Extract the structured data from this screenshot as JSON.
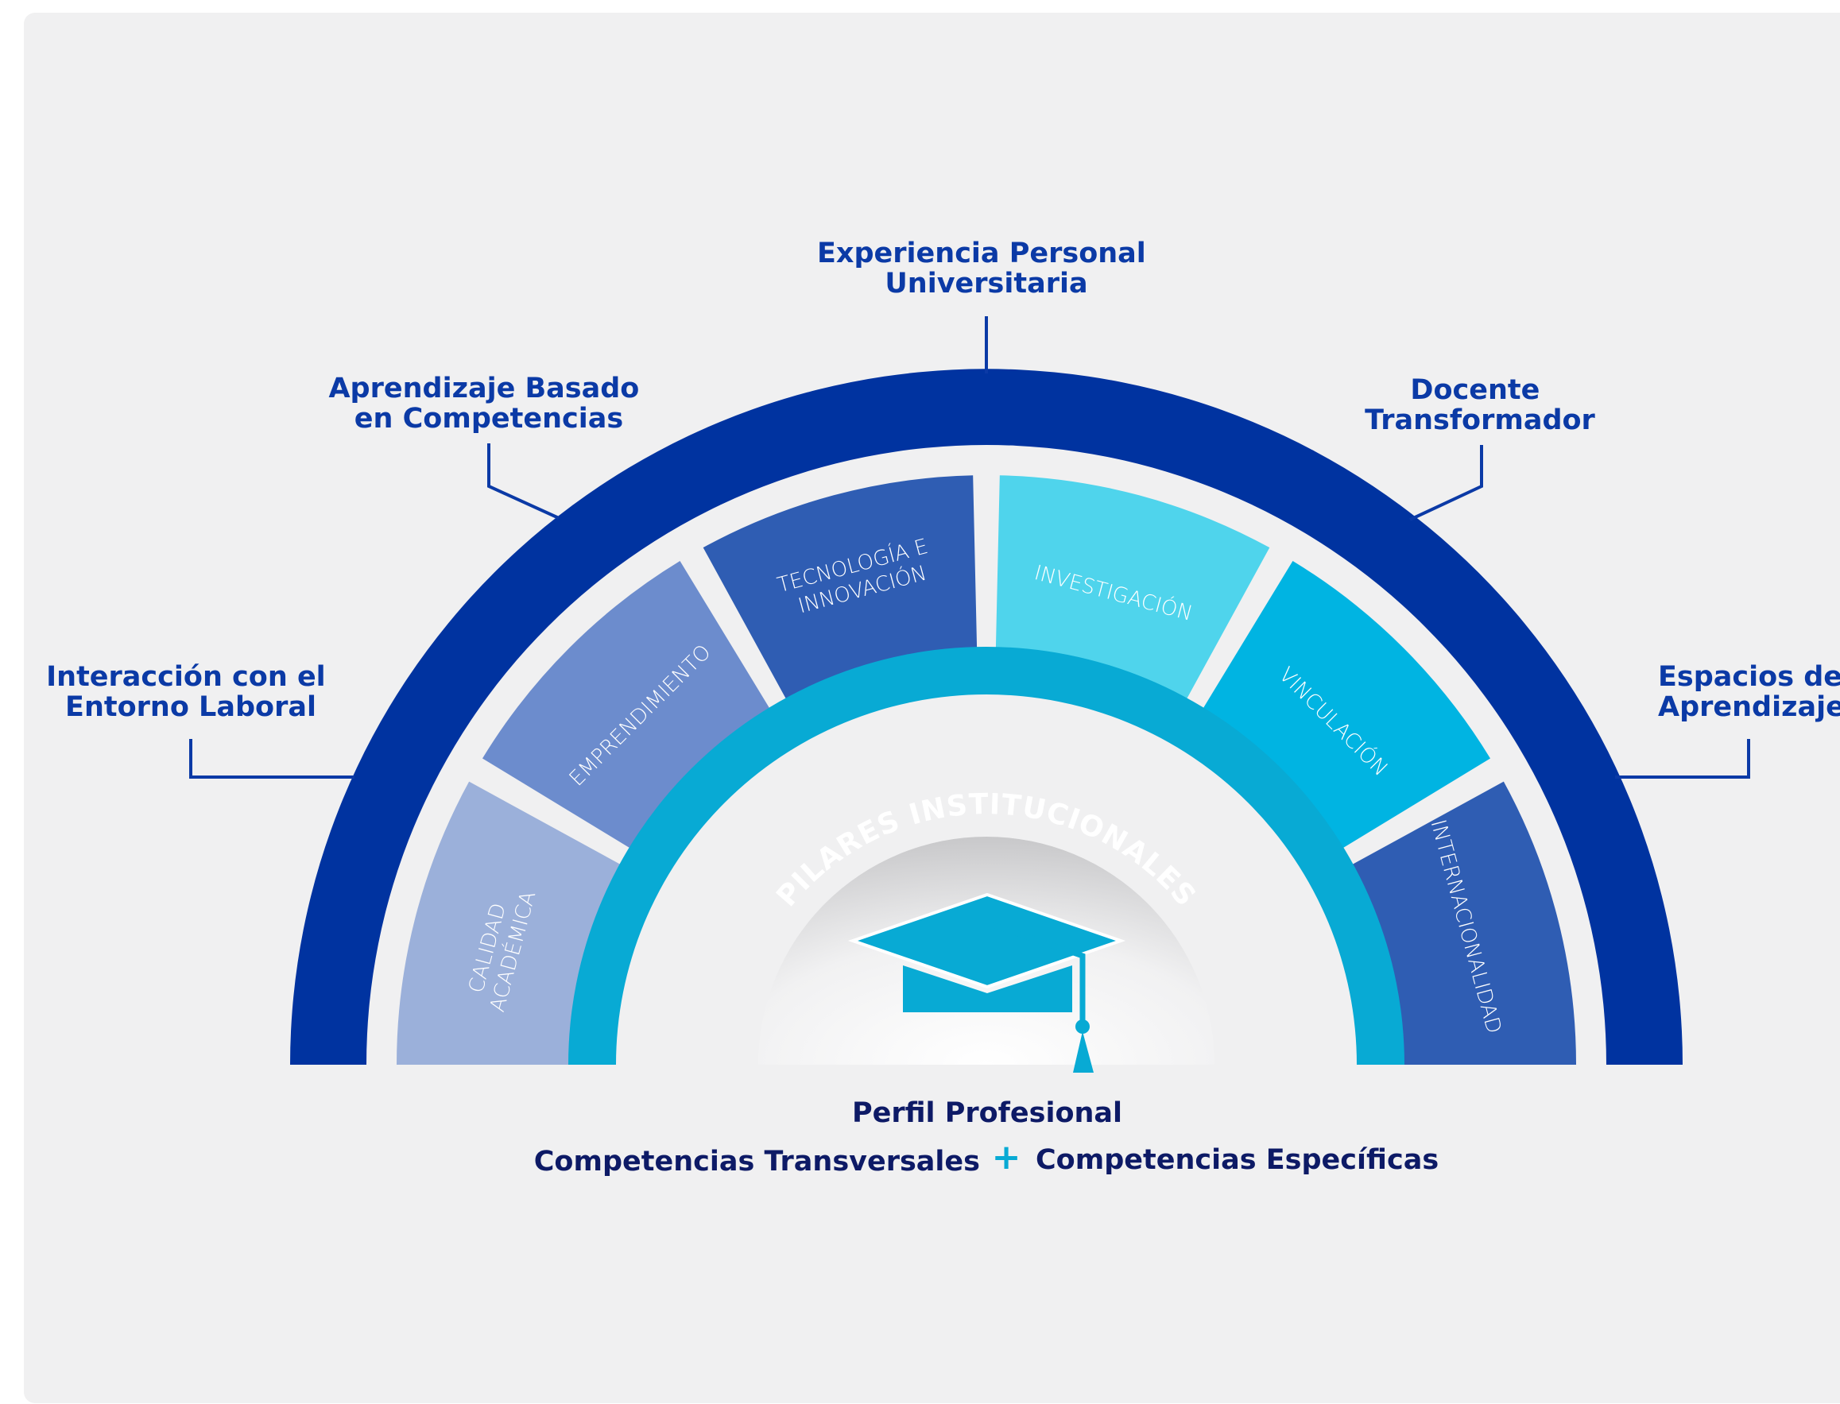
{
  "colors": {
    "background_panel": "#f0f0f1",
    "outer_arc": "#0033a0",
    "label_text": "#0b3aa6",
    "connector": "#0b3aa6",
    "ring": "#08aad4",
    "footer_text": "#0d1a66",
    "plus": "#08aad4",
    "cap": "#08aad4",
    "segments": [
      "#9bb0da",
      "#6c8ccd",
      "#2f5db3",
      "#4fd4ec",
      "#00b4e2",
      "#2f5db3"
    ]
  },
  "outer_labels": [
    {
      "id": "interaccion",
      "lines": [
        "Interacción con el",
        "Entorno Laboral"
      ]
    },
    {
      "id": "aprendizaje",
      "lines": [
        "Aprendizaje Basado",
        "en Competencias"
      ]
    },
    {
      "id": "experiencia",
      "lines": [
        "Experiencia Personal",
        "Universitaria"
      ]
    },
    {
      "id": "docente",
      "lines": [
        "Docente",
        "Transformador"
      ]
    },
    {
      "id": "espacios",
      "lines": [
        "Espacios de",
        "Aprendizaje"
      ]
    }
  ],
  "pillars": [
    {
      "id": "calidad",
      "lines": [
        "CALIDAD",
        "ACADÉMICA"
      ]
    },
    {
      "id": "emprendimiento",
      "lines": [
        "EMPRENDIMIENTO"
      ]
    },
    {
      "id": "tecnologia",
      "lines": [
        "TECNOLOGÍA E",
        "INNOVACIÓN"
      ]
    },
    {
      "id": "investigacion",
      "lines": [
        "INVESTIGACIÓN"
      ]
    },
    {
      "id": "vinculacion",
      "lines": [
        "VINCULACIÓN"
      ]
    },
    {
      "id": "internacionalidad",
      "lines": [
        "INTERNACIONALIDAD"
      ]
    }
  ],
  "ring_label": "PILARES INSTITUCIONALES",
  "cap_icon": "graduation-cap-icon",
  "footer": {
    "title": "Perfil Profesional",
    "left": "Competencias Transversales",
    "plus": "+",
    "right": "Competencias Específicas"
  }
}
